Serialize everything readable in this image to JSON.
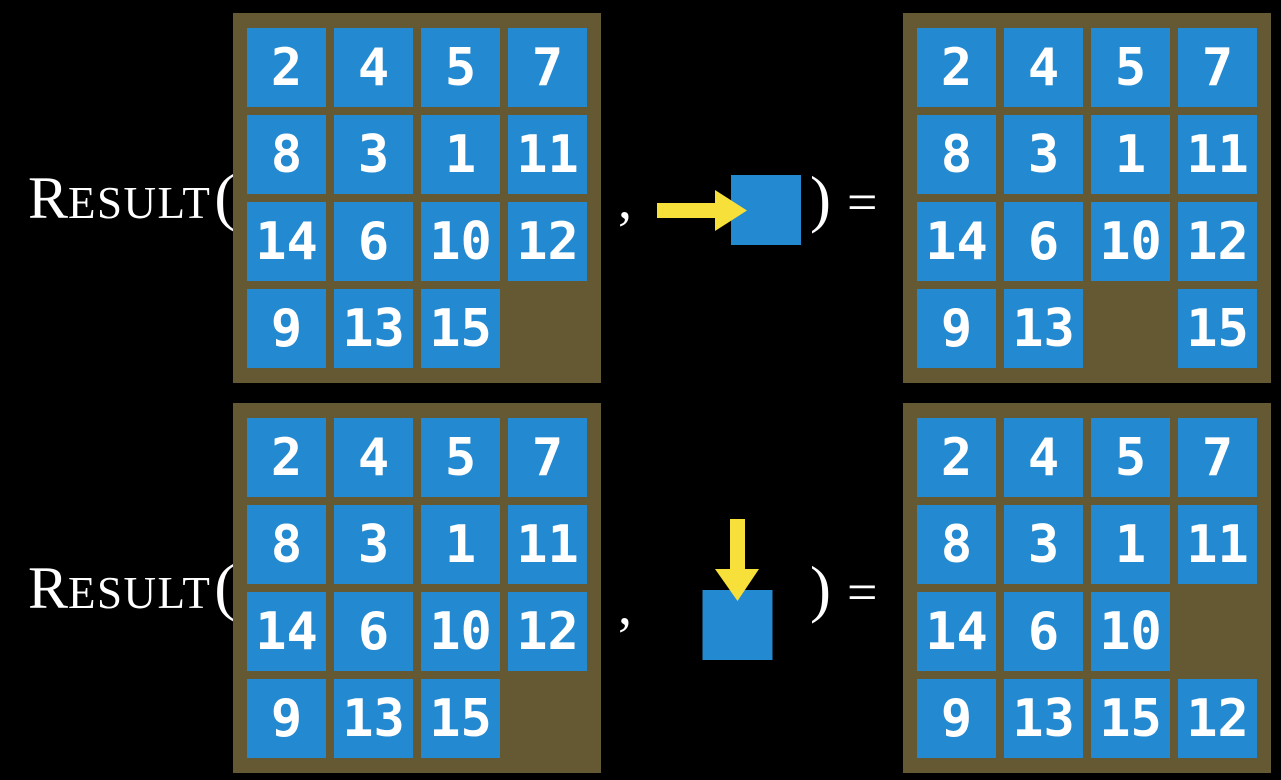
{
  "colors": {
    "tile_blue": "#2389D0",
    "frame_brown": "#655934",
    "arrow_yellow": "#F7E03A",
    "number_white": "#FFFFFF",
    "background_black": "#000000"
  },
  "rows": [
    {
      "function_name_cap": "R",
      "function_name_rest": "ESULT",
      "open_paren": "(",
      "comma": ",",
      "close_paren": ")",
      "equals": "=",
      "action": {
        "name": "slide-blank-tile-right",
        "direction": "right"
      },
      "input_grid": [
        [
          2,
          4,
          5,
          7
        ],
        [
          8,
          3,
          1,
          11
        ],
        [
          14,
          6,
          10,
          12
        ],
        [
          9,
          13,
          15,
          null
        ]
      ],
      "output_grid": [
        [
          2,
          4,
          5,
          7
        ],
        [
          8,
          3,
          1,
          11
        ],
        [
          14,
          6,
          10,
          12
        ],
        [
          9,
          13,
          null,
          15
        ]
      ]
    },
    {
      "function_name_cap": "R",
      "function_name_rest": "ESULT",
      "open_paren": "(",
      "comma": ",",
      "close_paren": ")",
      "equals": "=",
      "action": {
        "name": "slide-blank-tile-down",
        "direction": "down"
      },
      "input_grid": [
        [
          2,
          4,
          5,
          7
        ],
        [
          8,
          3,
          1,
          11
        ],
        [
          14,
          6,
          10,
          12
        ],
        [
          9,
          13,
          15,
          null
        ]
      ],
      "output_grid": [
        [
          2,
          4,
          5,
          7
        ],
        [
          8,
          3,
          1,
          11
        ],
        [
          14,
          6,
          10,
          null
        ],
        [
          9,
          13,
          15,
          12
        ]
      ]
    }
  ]
}
